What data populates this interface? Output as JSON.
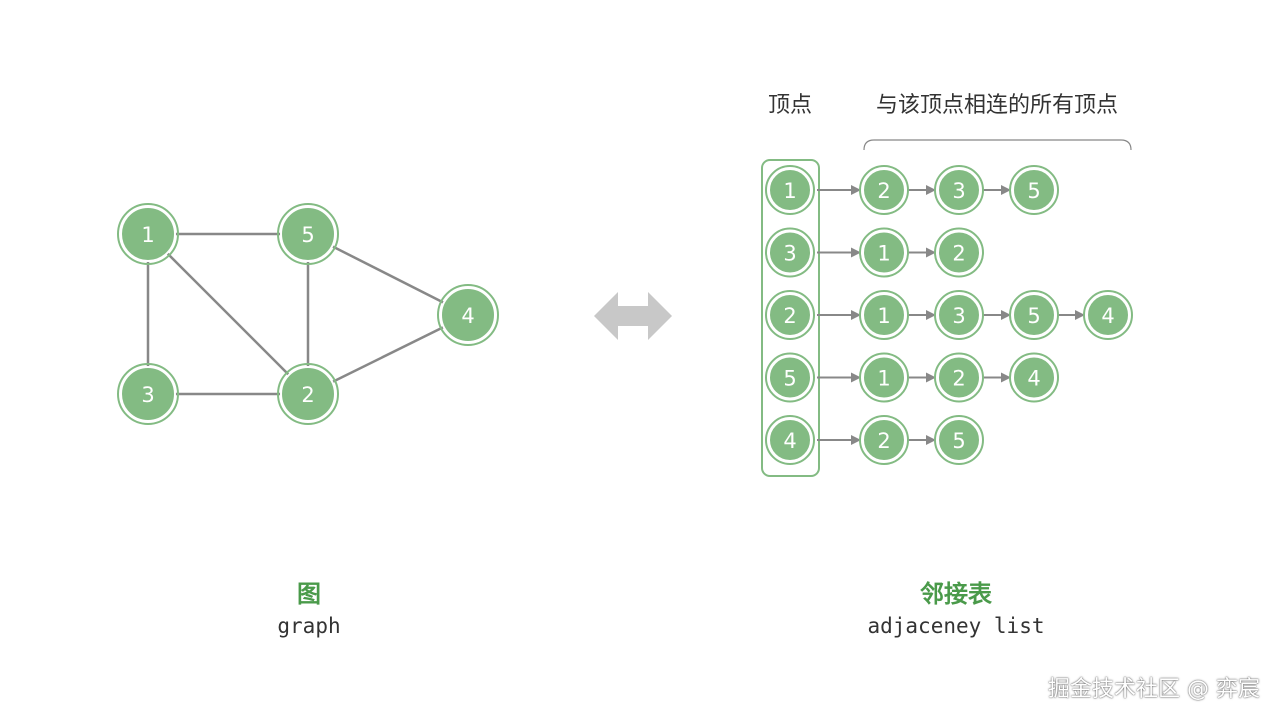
{
  "colors": {
    "node_fill": "#83bb83",
    "node_ring": "#83bb83",
    "edge": "#888888",
    "accent": "#4a9a4a",
    "double_arrow": "#c8c8c8"
  },
  "graph": {
    "nodes": [
      {
        "id": "1",
        "label": "1"
      },
      {
        "id": "5",
        "label": "5"
      },
      {
        "id": "4",
        "label": "4"
      },
      {
        "id": "3",
        "label": "3"
      },
      {
        "id": "2",
        "label": "2"
      }
    ],
    "edges": [
      [
        "1",
        "5"
      ],
      [
        "1",
        "3"
      ],
      [
        "1",
        "2"
      ],
      [
        "5",
        "2"
      ],
      [
        "5",
        "4"
      ],
      [
        "3",
        "2"
      ],
      [
        "2",
        "4"
      ]
    ],
    "caption_title": "图",
    "caption_subtitle": "graph"
  },
  "adjacency_list": {
    "vertex_header": "顶点",
    "neighbors_header": "与该顶点相连的所有顶点",
    "rows": [
      {
        "vertex": "1",
        "neighbors": [
          "2",
          "3",
          "5"
        ]
      },
      {
        "vertex": "3",
        "neighbors": [
          "1",
          "2"
        ]
      },
      {
        "vertex": "2",
        "neighbors": [
          "1",
          "3",
          "5",
          "4"
        ]
      },
      {
        "vertex": "5",
        "neighbors": [
          "1",
          "2",
          "4"
        ]
      },
      {
        "vertex": "4",
        "neighbors": [
          "2",
          "5"
        ]
      }
    ],
    "caption_title": "邻接表",
    "caption_subtitle": "adjaceney list"
  },
  "watermark": "掘金技术社区 @ 弈宸"
}
